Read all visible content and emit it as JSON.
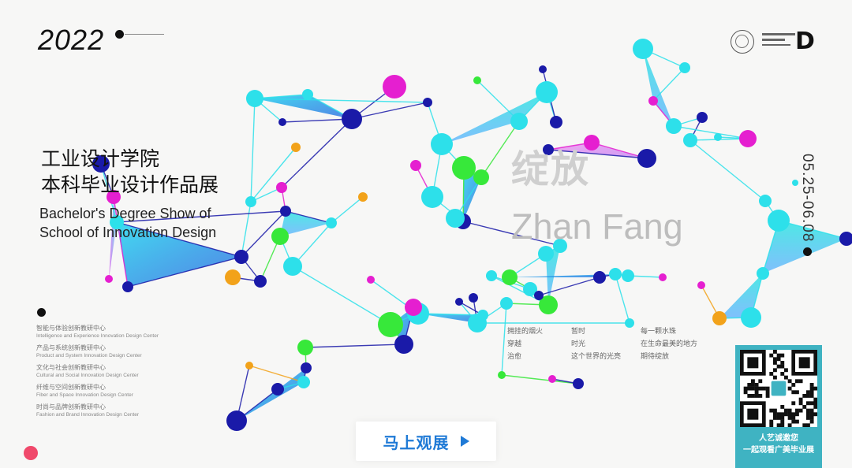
{
  "header": {
    "year": "2022"
  },
  "title": {
    "cn_line1": "工业设计学院",
    "cn_line2": "本科毕业设计作品展",
    "en_line1": "Bachelor's Degree Show of",
    "en_line2": "School of Innovation Design"
  },
  "centers": [
    {
      "cn": "智能与体验创新教研中心",
      "en": "Intelligence and Experience Innovation Design Center"
    },
    {
      "cn": "产品与系统创新教研中心",
      "en": "Product and System Innovation Design Center"
    },
    {
      "cn": "文化与社会创新教研中心",
      "en": "Cultural and Social Innovation Design Center"
    },
    {
      "cn": "纤维与空间创新教研中心",
      "en": "Fiber and Space Innovation Design Center"
    },
    {
      "cn": "时尚与品牌创新教研中心",
      "en": "Fashion and Brand Innovation Design Center"
    }
  ],
  "theme": {
    "cn": "绽放",
    "en": "Zhan Fang"
  },
  "date": "05.25-06.08",
  "poem": {
    "col1": [
      "拥挂的烟火",
      "穿越",
      "治愈"
    ],
    "col2": [
      "暂时",
      "时光",
      "这个世界的光亮"
    ],
    "col3": [
      "每一颗水珠",
      "在生命最美的地方",
      "期待绽放"
    ]
  },
  "cta": {
    "label": "马上观展"
  },
  "invite": {
    "line1": "人艺诚邀您",
    "line2": "一起观看广美毕业展"
  },
  "colors": {
    "cta_blue": "#1f7ad6",
    "invite_teal": "#3fb3c2",
    "node_cyan": "#2de0ea",
    "node_magenta": "#e51fd0",
    "node_navy": "#1a1aa8",
    "node_green": "#37e83a",
    "node_orange": "#f2a21a"
  },
  "icons": {
    "play": "play-triangle-icon",
    "seal": "university-seal-icon",
    "qr": "qr-code-icon"
  }
}
